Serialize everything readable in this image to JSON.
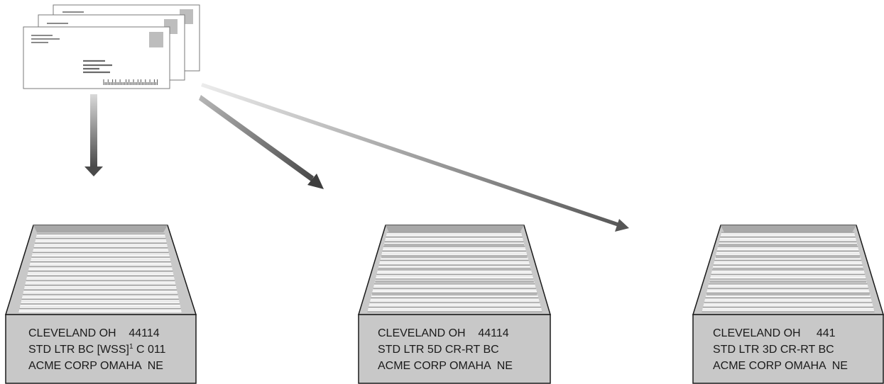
{
  "trays": [
    {
      "line1": "CLEVELAND OH    44114",
      "line2_main": "STD LTR BC [WSS]",
      "line2_sup": "1",
      "line2_tail": " C 011",
      "line3": "ACME CORP OMAHA  NE"
    },
    {
      "line1": "CLEVELAND OH    44114",
      "line2_main": "STD LTR 5D CR-RT BC",
      "line2_sup": "",
      "line2_tail": "",
      "line3": "ACME CORP OMAHA  NE"
    },
    {
      "line1": "CLEVELAND OH     441",
      "line2_main": "STD LTR 3D CR-RT BC",
      "line2_sup": "",
      "line2_tail": "",
      "line3": "ACME CORP OMAHA  NE"
    }
  ],
  "icons": {
    "envelopes": "envelope-stack-icon",
    "tray": "mail-tray-icon",
    "arrow": "arrow-icon"
  },
  "colors": {
    "tray_gray": "#c8c8c8",
    "arrow_dark": "#4a4a4a",
    "outline": "#1a1a1a"
  }
}
